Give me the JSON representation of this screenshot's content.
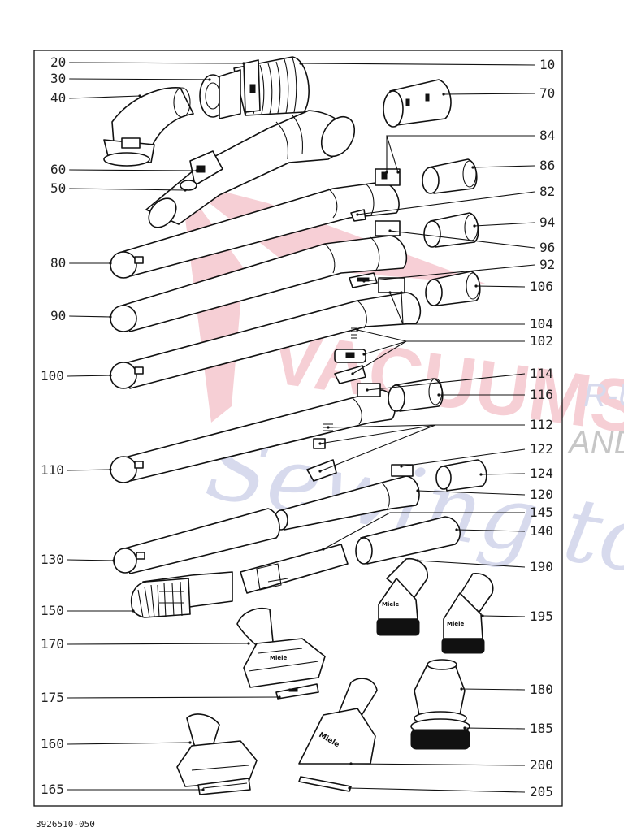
{
  "document_code": "3926510-050",
  "watermark": {
    "main": "VACUUMS",
    "sub1": "R-U",
    "sub2": "AND",
    "script": "Sewing too",
    "color_red": "#f0a8b4",
    "color_blue": "#b8bde0"
  },
  "parts": [
    {
      "id": "p10",
      "label": "10"
    },
    {
      "id": "p20",
      "label": "20"
    },
    {
      "id": "p30",
      "label": "30"
    },
    {
      "id": "p40",
      "label": "40"
    },
    {
      "id": "p50",
      "label": "50"
    },
    {
      "id": "p60",
      "label": "60"
    },
    {
      "id": "p70",
      "label": "70"
    },
    {
      "id": "p80",
      "label": "80"
    },
    {
      "id": "p82",
      "label": "82"
    },
    {
      "id": "p84",
      "label": "84"
    },
    {
      "id": "p86",
      "label": "86"
    },
    {
      "id": "p90",
      "label": "90"
    },
    {
      "id": "p92",
      "label": "92"
    },
    {
      "id": "p94",
      "label": "94"
    },
    {
      "id": "p96",
      "label": "96"
    },
    {
      "id": "p100",
      "label": "100"
    },
    {
      "id": "p102",
      "label": "102"
    },
    {
      "id": "p104",
      "label": "104"
    },
    {
      "id": "p106",
      "label": "106"
    },
    {
      "id": "p110",
      "label": "110"
    },
    {
      "id": "p112",
      "label": "112"
    },
    {
      "id": "p114",
      "label": "114"
    },
    {
      "id": "p116",
      "label": "116"
    },
    {
      "id": "p120",
      "label": "120"
    },
    {
      "id": "p122",
      "label": "122"
    },
    {
      "id": "p124",
      "label": "124"
    },
    {
      "id": "p130",
      "label": "130"
    },
    {
      "id": "p140",
      "label": "140"
    },
    {
      "id": "p145",
      "label": "145"
    },
    {
      "id": "p150",
      "label": "150"
    },
    {
      "id": "p160",
      "label": "160"
    },
    {
      "id": "p165",
      "label": "165"
    },
    {
      "id": "p170",
      "label": "170"
    },
    {
      "id": "p175",
      "label": "175"
    },
    {
      "id": "p180",
      "label": "180"
    },
    {
      "id": "p185",
      "label": "185"
    },
    {
      "id": "p190",
      "label": "190"
    },
    {
      "id": "p195",
      "label": "195"
    },
    {
      "id": "p200",
      "label": "200"
    },
    {
      "id": "p205",
      "label": "205"
    }
  ],
  "brand_marks": {
    "miele": "Miele"
  }
}
